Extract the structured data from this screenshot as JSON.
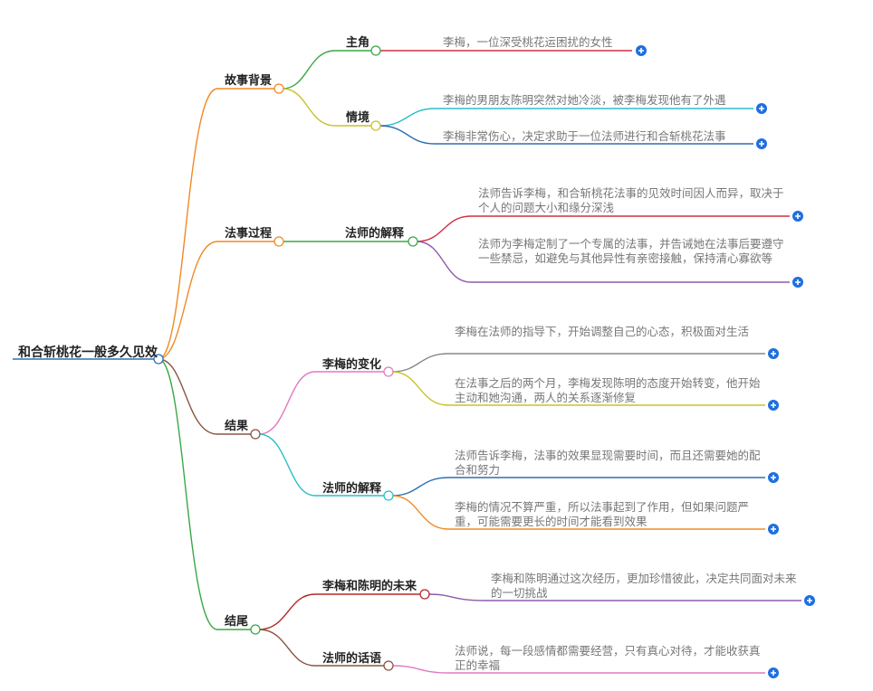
{
  "root": {
    "label": "和合斩桃花一般多久见效"
  },
  "branches": {
    "story_background": {
      "label": "故事背景",
      "protagonist": {
        "label": "主角",
        "detail": "李梅，一位深受桃花运困扰的女性"
      },
      "situation": {
        "label": "情境",
        "details": [
          "李梅的男朋友陈明突然对她冷淡，被李梅发现他有了外遇",
          "李梅非常伤心，决定求助于一位法师进行和合斩桃花法事"
        ]
      }
    },
    "ritual_process": {
      "label": "法事过程",
      "explanation": {
        "label": "法师的解释",
        "details": [
          "法师告诉李梅，和合斩桃花法事的见效时间因人而异，取决于个人的问题大小和缘分深浅",
          "法师为李梅定制了一个专属的法事，并告诫她在法事后要遵守一些禁忌，如避免与其他异性有亲密接触，保持清心寡欲等"
        ]
      }
    },
    "result": {
      "label": "结果",
      "change": {
        "label": "李梅的变化",
        "details": [
          "李梅在法师的指导下，开始调整自己的心态，积极面对生活",
          "在法事之后的两个月，李梅发现陈明的态度开始转变，他开始主动和她沟通，两人的关系逐渐修复"
        ]
      },
      "explanation": {
        "label": "法师的解释",
        "details": [
          "法师告诉李梅，法事的效果显现需要时间，而且还需要她的配合和努力",
          "李梅的情况不算严重，所以法事起到了作用，但如果问题严重，可能需要更长的时间才能看到效果"
        ]
      }
    },
    "ending": {
      "label": "结尾",
      "future": {
        "label": "李梅和陈明的未来",
        "detail": "李梅和陈明通过这次经历，更加珍惜彼此，决定共同面对未来的一切挑战"
      },
      "words": {
        "label": "法师的话语",
        "detail": "法师说，每一段感情都需要经营，只有真心对待，才能收获真正的幸福"
      }
    }
  },
  "colors": {
    "root": "#2f6fb0",
    "background_branch": "#f08a24",
    "process_branch": "#f08a24",
    "result_branch": "#8a5540",
    "ending_branch": "#3aa845",
    "plus_button": "#1e6fe0"
  }
}
